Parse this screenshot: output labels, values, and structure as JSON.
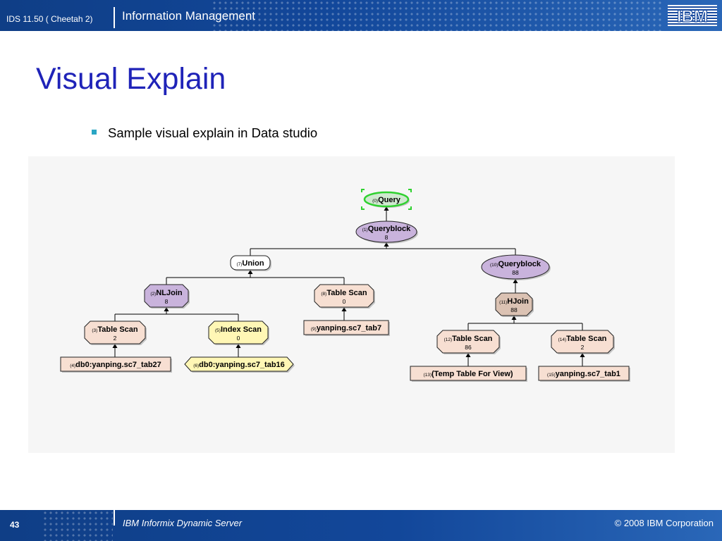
{
  "header": {
    "product": "IDS 11.50 ( Cheetah 2)",
    "area": "Information Management",
    "logo": "IBM"
  },
  "slide": {
    "title": "Visual Explain",
    "bullets": [
      "Sample visual explain in Data studio"
    ]
  },
  "diagram": {
    "nodes": [
      {
        "id": "query",
        "num": "(0)",
        "label": "Query",
        "cost": "",
        "shape": "ellipse",
        "color": "#cfe9cf",
        "selected": true
      },
      {
        "id": "qb1",
        "num": "(1)",
        "label": "Queryblock",
        "cost": "8",
        "shape": "ellipse",
        "color": "#c9b3dc"
      },
      {
        "id": "union",
        "num": "(7)",
        "label": "Union",
        "cost": "",
        "shape": "rounded",
        "color": "#ffffff"
      },
      {
        "id": "qb10",
        "num": "(10)",
        "label": "Queryblock",
        "cost": "88",
        "shape": "ellipse",
        "color": "#c9b3dc"
      },
      {
        "id": "nljoin",
        "num": "(2)",
        "label": "NLJoin",
        "cost": "8",
        "shape": "octagon",
        "color": "#c9b3dc"
      },
      {
        "id": "ts8",
        "num": "(8)",
        "label": "Table Scan",
        "cost": "0",
        "shape": "octagon",
        "color": "#f7dfd2"
      },
      {
        "id": "hjoin",
        "num": "(11)",
        "label": "HJoin",
        "cost": "88",
        "shape": "octagon",
        "color": "#dbc2b3"
      },
      {
        "id": "ts3",
        "num": "(3)",
        "label": "Table Scan",
        "cost": "2",
        "shape": "octagon",
        "color": "#f7dfd2"
      },
      {
        "id": "is5",
        "num": "(5)",
        "label": "Index Scan",
        "cost": "0",
        "shape": "octagon",
        "color": "#fff7b5"
      },
      {
        "id": "t9",
        "num": "(9)",
        "label": "yanping.sc7_tab7",
        "cost": "",
        "shape": "rect",
        "color": "#f7dfd2"
      },
      {
        "id": "ts12",
        "num": "(12)",
        "label": "Table Scan",
        "cost": "86",
        "shape": "octagon",
        "color": "#f7dfd2"
      },
      {
        "id": "ts14",
        "num": "(14)",
        "label": "Table Scan",
        "cost": "2",
        "shape": "octagon",
        "color": "#f7dfd2"
      },
      {
        "id": "t4",
        "num": "(4)",
        "label": "db0:yanping.sc7_tab27",
        "cost": "",
        "shape": "rect",
        "color": "#f7dfd2"
      },
      {
        "id": "t6",
        "num": "(6)",
        "label": "db0:yanping.sc7_tab16",
        "cost": "",
        "shape": "hex",
        "color": "#fff7b5"
      },
      {
        "id": "t13",
        "num": "(13)",
        "label": "(Temp Table For View)",
        "cost": "",
        "shape": "rect",
        "color": "#f7dfd2"
      },
      {
        "id": "t15",
        "num": "(15)",
        "label": "yanping.sc7_tab1",
        "cost": "",
        "shape": "rect",
        "color": "#f7dfd2"
      }
    ],
    "edges": [
      {
        "from": "qb1",
        "to": "query"
      },
      {
        "from": "union",
        "to": "qb1"
      },
      {
        "from": "qb10",
        "to": "qb1"
      },
      {
        "from": "nljoin",
        "to": "union"
      },
      {
        "from": "ts8",
        "to": "union"
      },
      {
        "from": "hjoin",
        "to": "qb10"
      },
      {
        "from": "ts3",
        "to": "nljoin"
      },
      {
        "from": "is5",
        "to": "nljoin"
      },
      {
        "from": "t9",
        "to": "ts8"
      },
      {
        "from": "ts12",
        "to": "hjoin"
      },
      {
        "from": "ts14",
        "to": "hjoin"
      },
      {
        "from": "t4",
        "to": "ts3"
      },
      {
        "from": "t6",
        "to": "is5"
      },
      {
        "from": "t13",
        "to": "ts12"
      },
      {
        "from": "t15",
        "to": "ts14"
      }
    ]
  },
  "footer": {
    "page": "43",
    "center": "IBM Informix Dynamic Server",
    "copyright": "© 2008 IBM Corporation"
  }
}
